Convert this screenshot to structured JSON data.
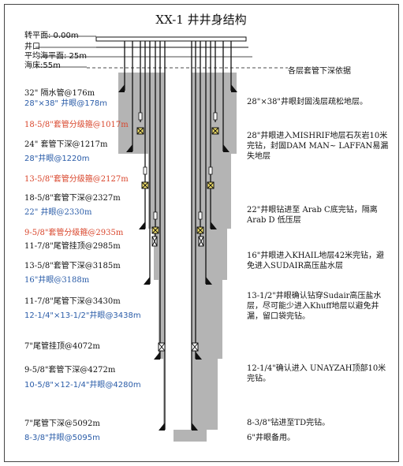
{
  "title": "XX-1 井井身结构",
  "datum": {
    "rotary_table": "转平面: 0.00m",
    "wellhead": "井口",
    "mean_sea_level": "平均海平面: 25m",
    "seabed": "海床:55m",
    "reference_note": "各层套管下深依据"
  },
  "left_labels": [
    {
      "text": "32\" 隔水管@176m",
      "color": "black"
    },
    {
      "text": "28\"×38\" 井眼@178m",
      "color": "blue"
    },
    {
      "text": "18-5/8\"套管分级箍@1017m",
      "color": "red"
    },
    {
      "text": "24\" 套管下深@1217m",
      "color": "black"
    },
    {
      "text": "28\"井眼@1220m",
      "color": "blue"
    },
    {
      "text": "13-5/8\"套管分级箍@2127m",
      "color": "red"
    },
    {
      "text": "18-5/8\"套管下深@2327m",
      "color": "black"
    },
    {
      "text": "22\" 井眼@2330m",
      "color": "blue"
    },
    {
      "text": "9-5/8\"套管分级箍@2935m",
      "color": "red"
    },
    {
      "text": "11-7/8\"尾管挂顶@2985m",
      "color": "black"
    },
    {
      "text": "13-5/8\"套管下深@3185m",
      "color": "black"
    },
    {
      "text": "16\"井眼@3188m",
      "color": "blue"
    },
    {
      "text": "11-7/8\"尾管下深@3430m",
      "color": "black"
    },
    {
      "text": "12-1/4\"×13-1/2\"井眼@3438m",
      "color": "blue"
    },
    {
      "text": "7\"尾管挂顶@4072m",
      "color": "black"
    },
    {
      "text": "9-5/8\"套管下深@4272m",
      "color": "black"
    },
    {
      "text": "10-5/8\"×12-1/4\"井眼@4280m",
      "color": "blue"
    },
    {
      "text": "7\"尾管下深@5092m",
      "color": "black"
    },
    {
      "text": "8-3/8\"井眼@5095m",
      "color": "blue"
    }
  ],
  "right_notes": [
    "28\"×38\"井眼封固浅层疏松地层。",
    "28\"井眼进入MISHRIF地层石灰岩10米完钻，封固DAM MAN~ LAFFAN易漏失地层",
    "22\"井眼钻进至 Arab C底完钻，隔离Arab D 低压层",
    "16\"井眼进入KHAIL地层42米完钻，避免进入SUDAIR高压盐水层",
    "13-1/2\"井眼确认钻穿Sudair高压盐水层，尽可能少进入Khuff地层以避免井漏，留口袋完钻。",
    "12-1/4\"确认进入 UNAYZAH顶部10米完钻。",
    "8-3/8\"钻进至TD完钻。",
    "6\"井眼备用。"
  ],
  "colors": {
    "formation_gray": "#b4b4b4",
    "casing_line": "#111111",
    "red_label": "#d9452b",
    "blue_label": "#2a5ca8",
    "yellow_collar": "#f4e26a"
  }
}
